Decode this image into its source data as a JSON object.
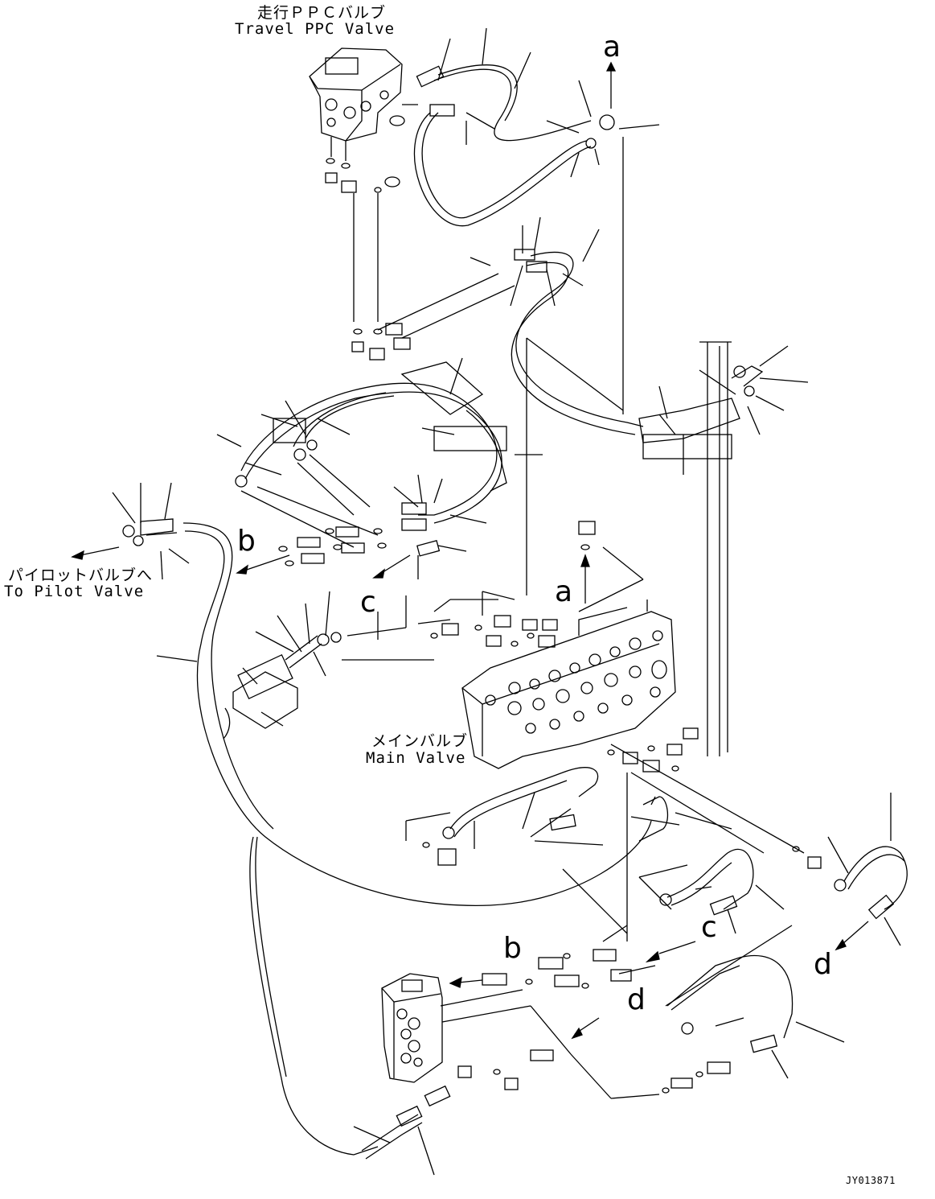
{
  "labels": {
    "travel_ppc_jp": "走行ＰＰＣバルブ",
    "travel_ppc_en": "Travel PPC Valve",
    "pilot_jp": "パイロットバルブへ",
    "pilot_en": "To Pilot Valve",
    "main_jp": "メインバルブ",
    "main_en": "Main Valve",
    "drawing_code": "JY013871"
  },
  "refs": {
    "a": "a",
    "b": "b",
    "c": "c",
    "d": "d"
  }
}
